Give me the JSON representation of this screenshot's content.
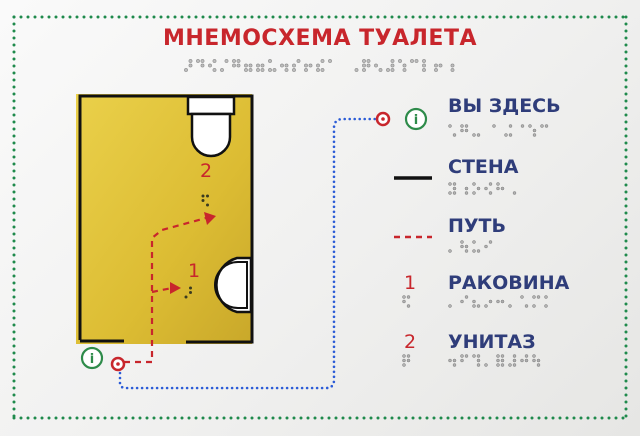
{
  "sign": {
    "title": "МНЕМОСХЕМА ТУАЛЕТА",
    "info_icon_glyph": "i"
  },
  "plan": {
    "markers": [
      {
        "number": "1",
        "fixture": "sink"
      },
      {
        "number": "2",
        "fixture": "toilet"
      }
    ]
  },
  "legend": {
    "you_are_here": "ВЫ ЗДЕСЬ",
    "wall": "СТЕНА",
    "path": "ПУТЬ",
    "sink_number": "1",
    "sink": "РАКОВИНА",
    "toilet_number": "2",
    "toilet": "УНИТАЗ"
  },
  "colors": {
    "title_red": "#c8262c",
    "legend_blue": "#2f3d7a",
    "floor_yellow": "#e0c23a",
    "info_green": "#2e8b4a",
    "route_blue": "#2a5bd7",
    "border_dots": "#1f8a4c"
  },
  "icons": [
    "info-icon",
    "you-are-here-icon",
    "toilet-icon",
    "sink-icon",
    "path-arrow-icon"
  ]
}
